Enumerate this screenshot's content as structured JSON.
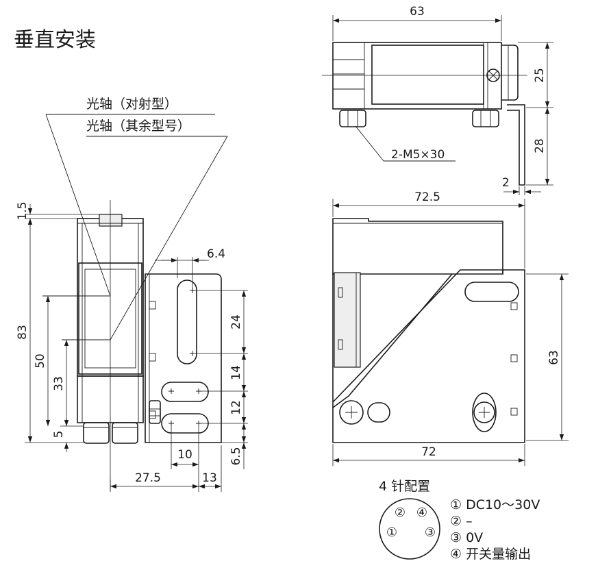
{
  "title": "垂直安装",
  "labels": {
    "axis_through_beam": "光轴（对射型）",
    "axis_others": "光轴（其余型号）",
    "screw_spec": "2-M5×30"
  },
  "dimensions": {
    "top_width": "63",
    "top_height": "25",
    "bracket_height": "28",
    "bracket_thickness": "2",
    "side_width": "72.5",
    "side_height": "63",
    "side_bottom_width": "72",
    "front_top_gap": "1.5",
    "front_height": "83",
    "front_axis_50": "50",
    "front_axis_33": "33",
    "front_bottom_5": "5",
    "slot_offset": "6.4",
    "slot_24": "24",
    "slot_14": "14",
    "slot_12": "12",
    "slot_65": "6.5",
    "slot_10": "10",
    "width_275": "27.5",
    "width_13": "13"
  },
  "connector": {
    "title": "4 针配置",
    "pins": [
      "①",
      "②",
      "③",
      "④"
    ],
    "legend": [
      "① DC10～30V",
      "② –",
      "③ 0V",
      "④ 开关量输出"
    ]
  }
}
